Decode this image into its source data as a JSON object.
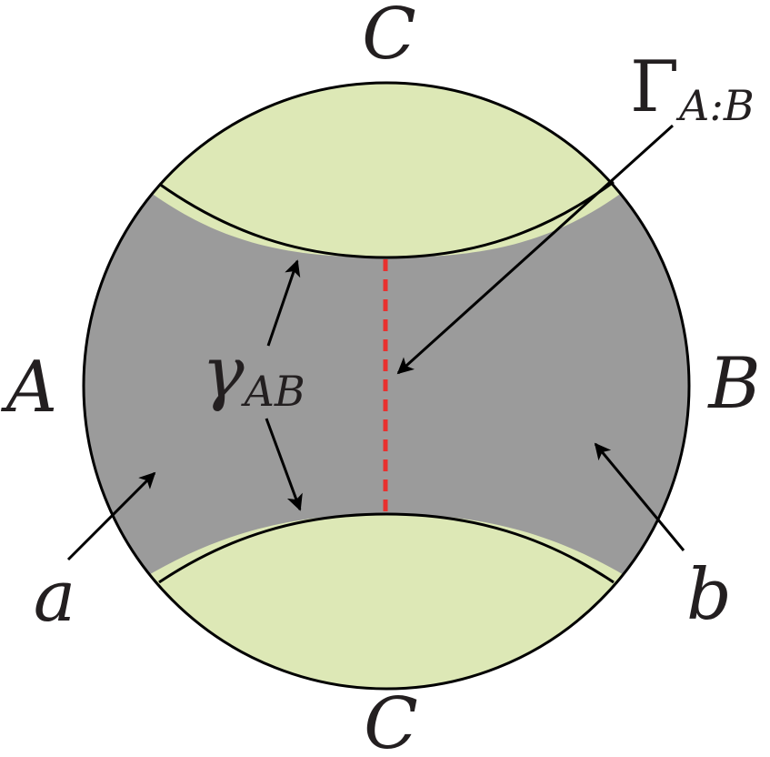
{
  "diagram": {
    "labels": {
      "region_a": "A",
      "region_b": "B",
      "region_c_top": "C",
      "region_c_bottom": "C",
      "bulk_a": "a",
      "bulk_b": "b",
      "gamma_symbol": "γ",
      "gamma_subscript": "AB",
      "Gamma_symbol": "Γ",
      "Gamma_subscript": "A:B"
    },
    "colors": {
      "disk_gray": "#9b9b9b",
      "c_region": "#dde8b6",
      "outline": "#000000",
      "dashed_cut": "#e8312f"
    }
  }
}
